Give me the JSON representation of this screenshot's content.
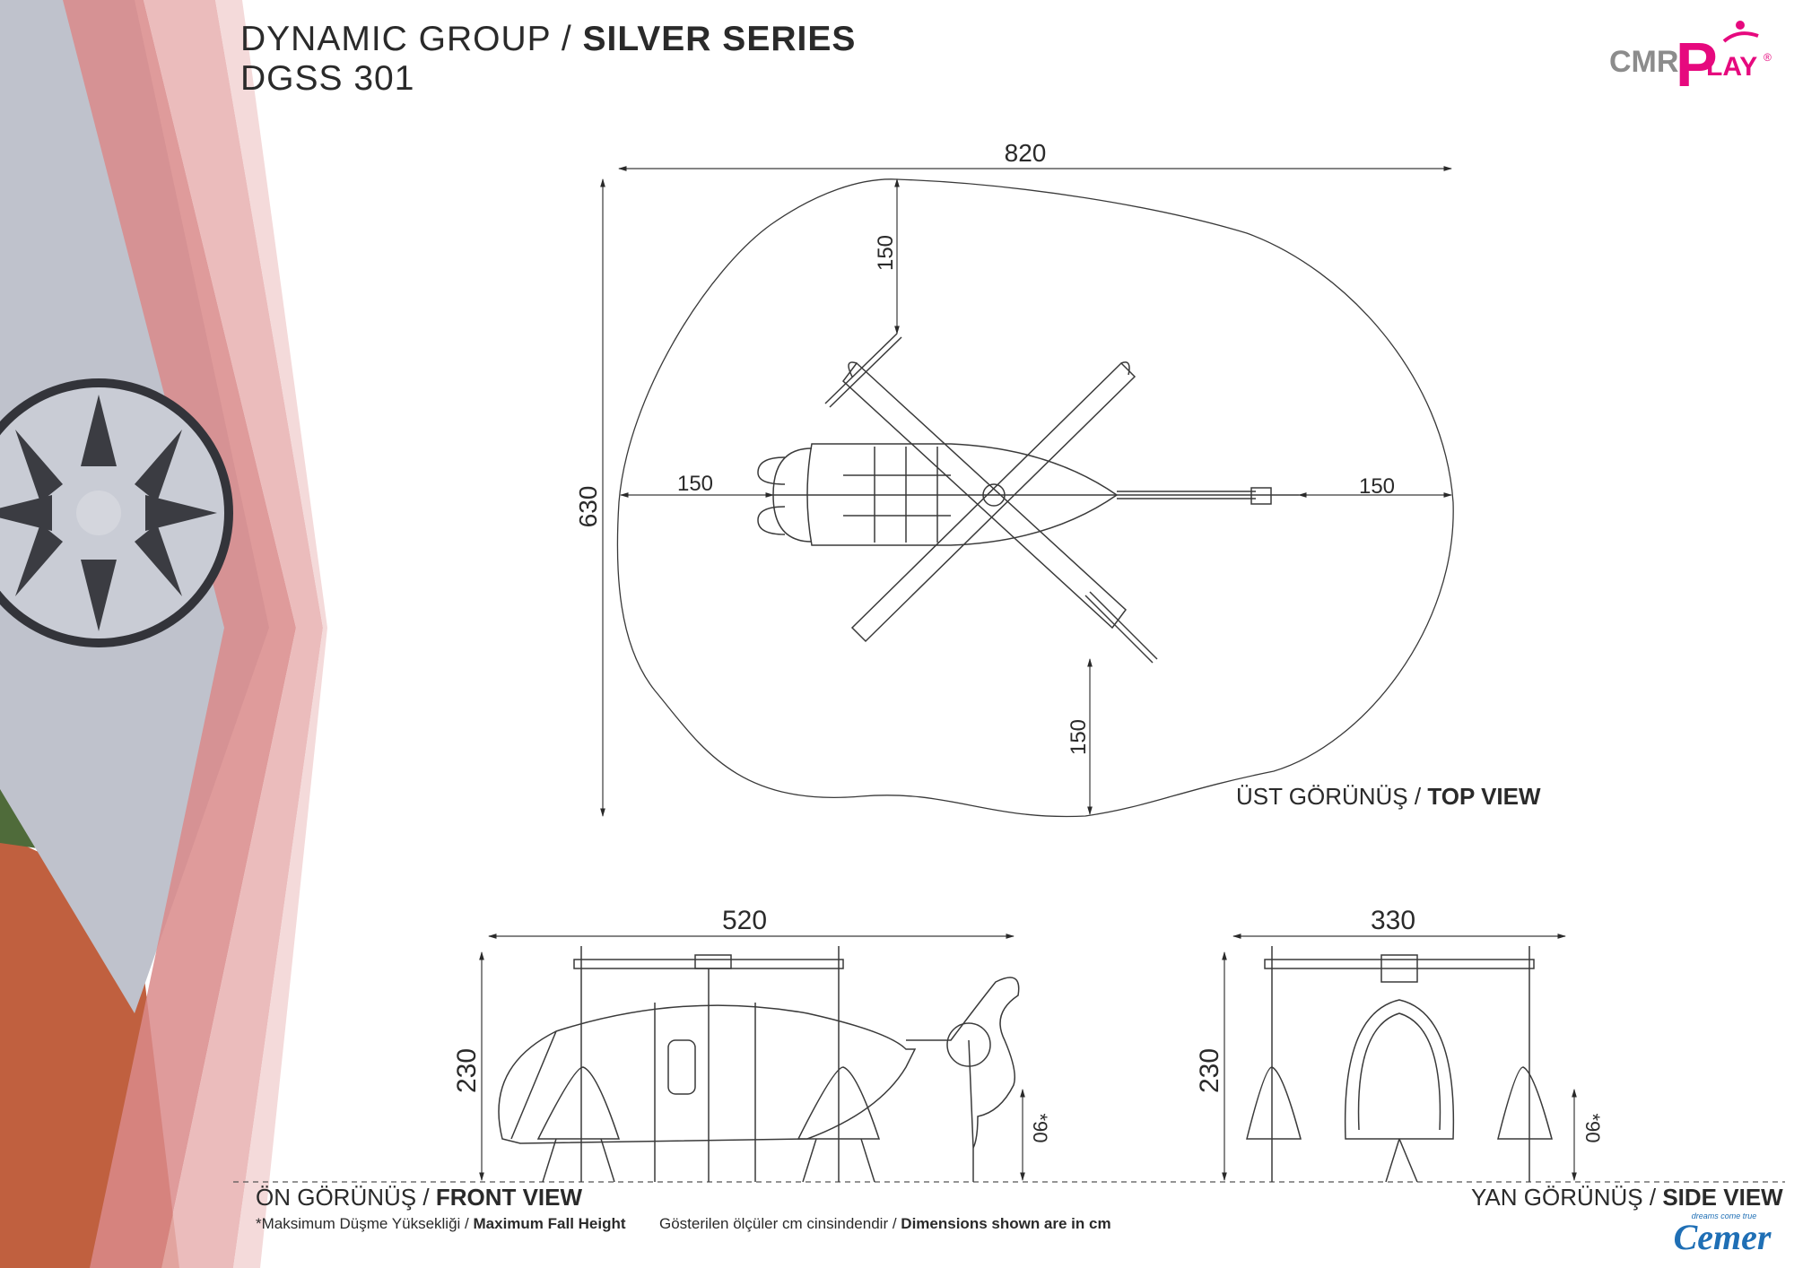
{
  "header": {
    "group": "DYNAMIC GROUP /",
    "series": "SILVER SERIES",
    "code": "DGSS 301"
  },
  "logo": {
    "cmr": "CMR",
    "play": "PLAY",
    "mark": "®"
  },
  "top_view": {
    "label_tr": "ÜST GÖRÜNÜŞ /",
    "label_en": "TOP VIEW",
    "dim_width": "820",
    "dim_height": "630",
    "dim_top": "150",
    "dim_left": "150",
    "dim_right": "150",
    "dim_bottom": "150"
  },
  "front_view": {
    "label_tr": "ÖN GÖRÜNÜŞ /",
    "label_en": "FRONT VIEW",
    "dim_width": "520",
    "dim_height": "230",
    "dim_fall": "*90"
  },
  "side_view": {
    "label_tr": "YAN GÖRÜNÜŞ /",
    "label_en": "SIDE VIEW",
    "dim_width": "330",
    "dim_height": "230",
    "dim_fall": "*90"
  },
  "footnotes": {
    "fall_tr": "*Maksimum Düşme Yüksekliği /",
    "fall_en": "Maximum Fall Height",
    "dims_tr": "Gösterilen ölçüler cm cinsindendir /",
    "dims_en": "Dimensions shown are in cm"
  },
  "brand": {
    "slogan": "dreams come true",
    "name": "Cemer"
  },
  "colors": {
    "accent_pink": "#e6097e",
    "panel_pink": "#d98a8a",
    "line": "#3a3a3a"
  }
}
